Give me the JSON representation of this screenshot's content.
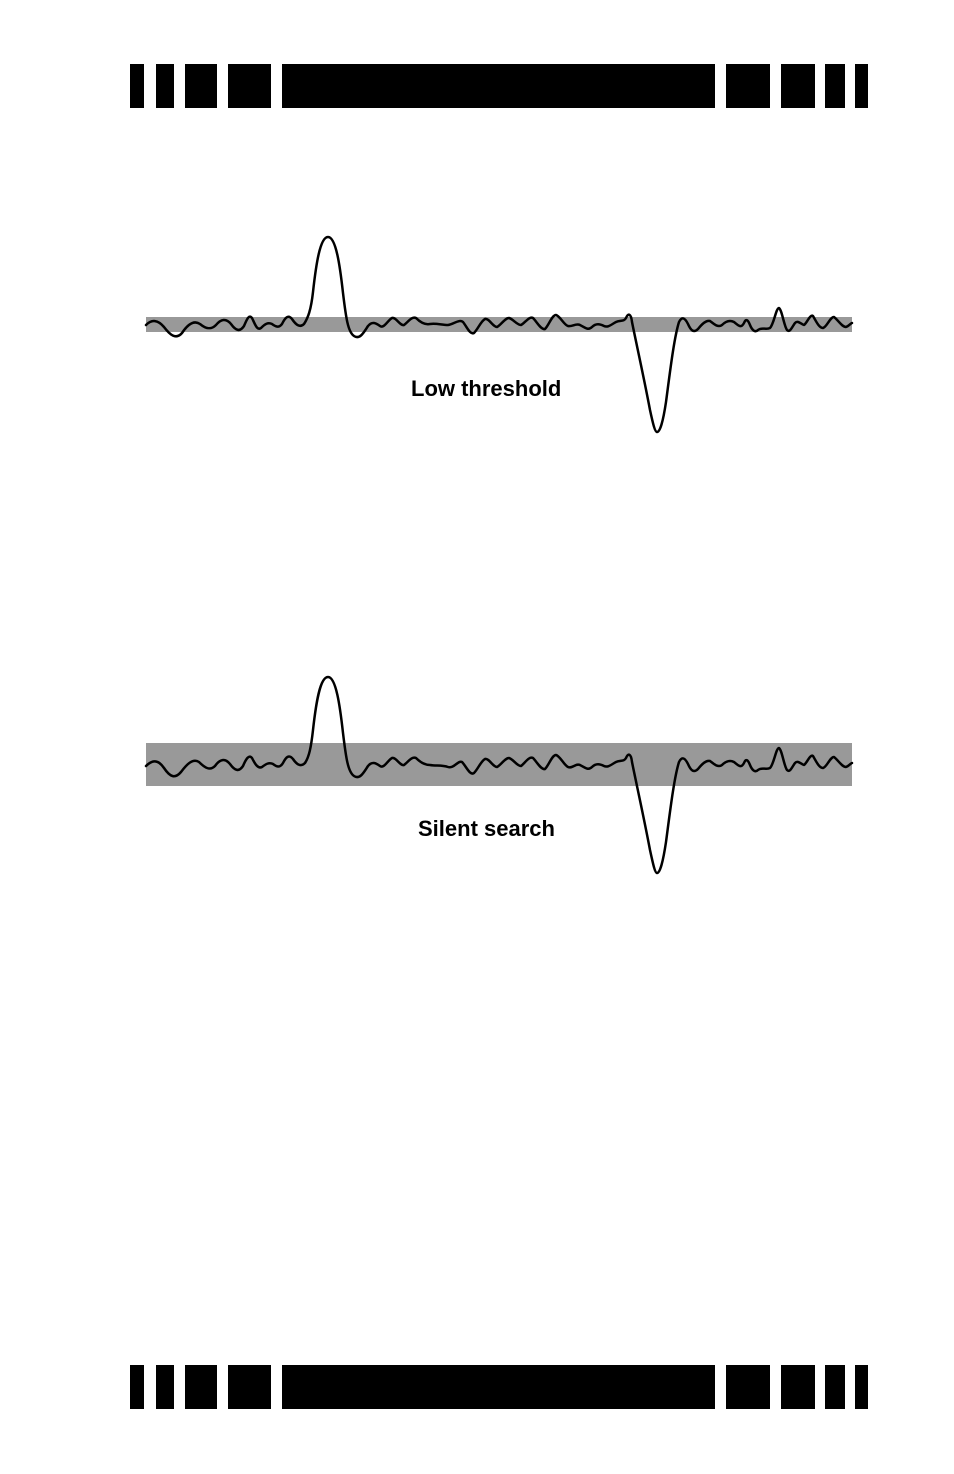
{
  "colors": {
    "band": "#999999",
    "ink": "#000000",
    "background": "#ffffff"
  },
  "diagrams": [
    {
      "caption": "Low threshold",
      "band_level": "narrow"
    },
    {
      "caption": "Silent search",
      "band_level": "wide"
    }
  ]
}
